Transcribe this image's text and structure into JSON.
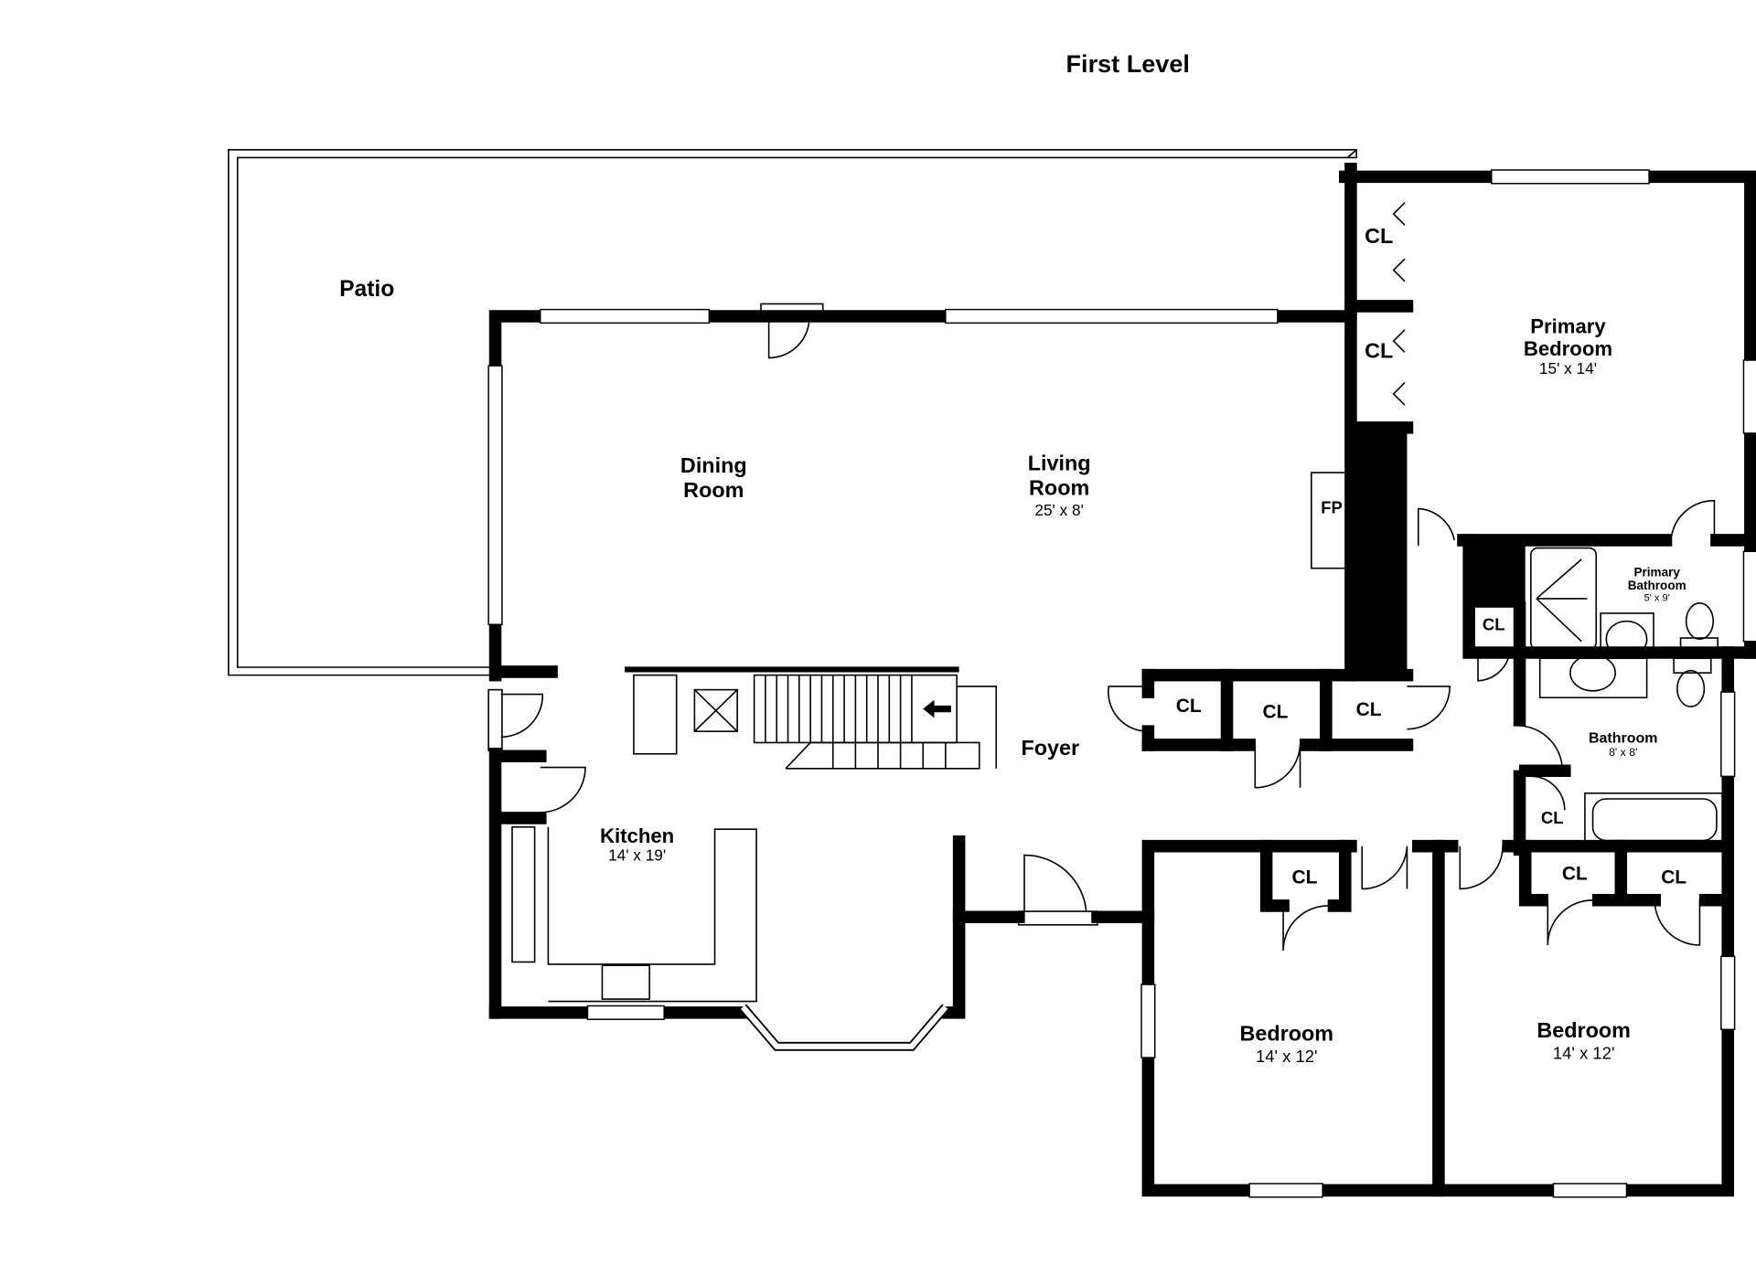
{
  "title": "First Level",
  "rooms": {
    "patio": {
      "name": "Patio"
    },
    "dining": {
      "name1": "Dining",
      "name2": "Room"
    },
    "living": {
      "name1": "Living",
      "name2": "Room",
      "dims": "25' x 8'"
    },
    "primary_bedroom": {
      "name1": "Primary",
      "name2": "Bedroom",
      "dims": "15' x 14'"
    },
    "primary_bathroom": {
      "name1": "Primary",
      "name2": "Bathroom",
      "dims": "5' x 9'"
    },
    "bathroom": {
      "name": "Bathroom",
      "dims": "8' x 8'"
    },
    "kitchen": {
      "name": "Kitchen",
      "dims": "14' x 19'"
    },
    "foyer": {
      "name": "Foyer"
    },
    "bedroom_left": {
      "name": "Bedroom",
      "dims": "14' x 12'"
    },
    "bedroom_right": {
      "name": "Bedroom",
      "dims": "14' x 12'"
    },
    "fireplace": {
      "name": "FP"
    },
    "closet": "CL"
  }
}
